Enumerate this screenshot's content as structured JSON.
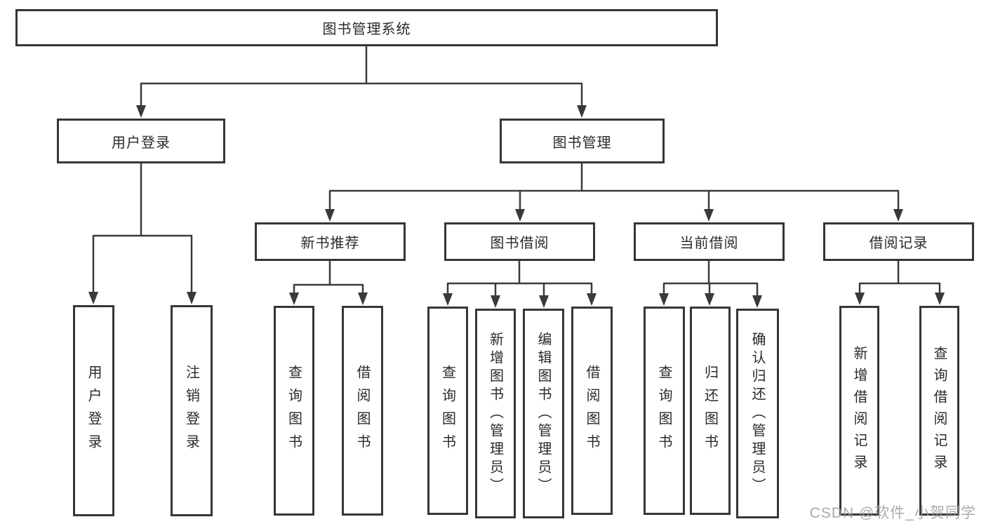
{
  "diagram": {
    "root": {
      "label": "图书管理系统"
    },
    "level2": [
      {
        "label": "用户登录"
      },
      {
        "label": "图书管理"
      }
    ],
    "level3": [
      {
        "label": "新书推荐"
      },
      {
        "label": "图书借阅"
      },
      {
        "label": "当前借阅"
      },
      {
        "label": "借阅记录"
      }
    ],
    "leaves": {
      "user_login": [
        "用户登录",
        "注销登录"
      ],
      "new_book_recommend": [
        "查询图书",
        "借阅图书"
      ],
      "book_borrow": [
        "查询图书",
        "新增图书（管理员）",
        "编辑图书（管理员）",
        "借阅图书"
      ],
      "current_borrow": [
        "查询图书",
        "归还图书",
        "确认归还（管理员）"
      ],
      "borrow_records": [
        "新增借阅记录",
        "查询借阅记录"
      ]
    }
  },
  "watermark": {
    "text": "CSDN @软件_小贺同学"
  },
  "colors": {
    "line": "#3a3a3a",
    "box_border": "#363636",
    "text": "#2a2a2a",
    "watermark": "#9b9b9b",
    "background": "#ffffff"
  }
}
